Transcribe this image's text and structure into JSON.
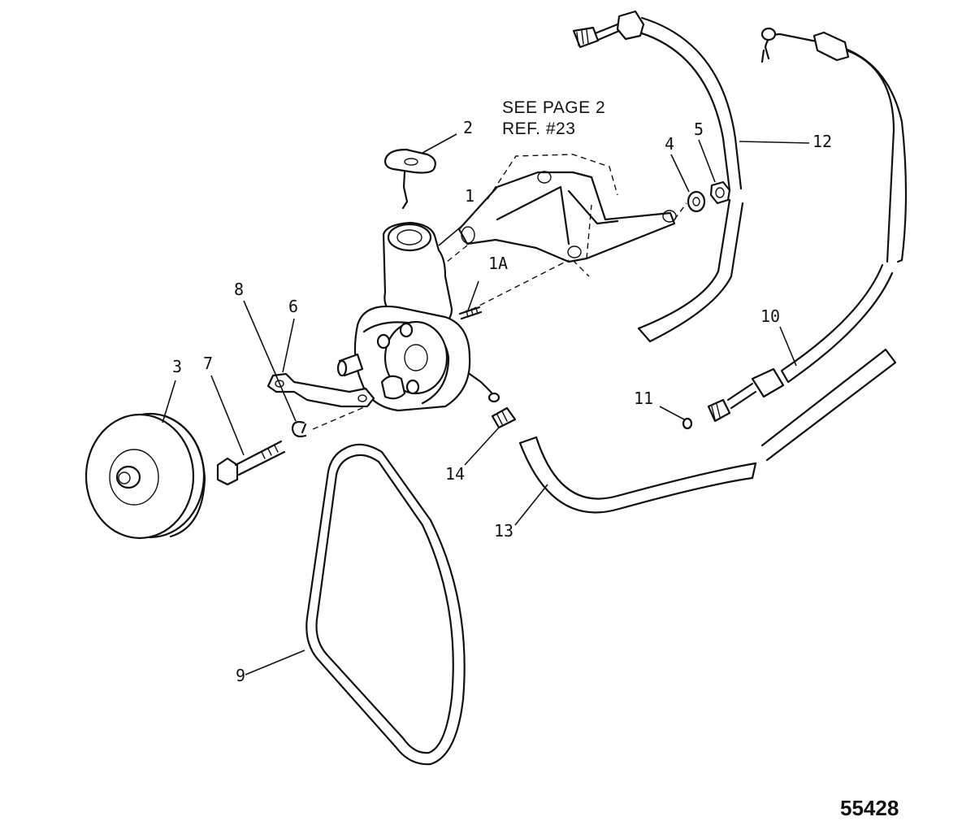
{
  "note": {
    "line1": "SEE PAGE 2",
    "line2": "REF. #23"
  },
  "figure_number": "55428",
  "callouts": {
    "c1": "1",
    "c1a": "1A",
    "c2": "2",
    "c3": "3",
    "c4": "4",
    "c5": "5",
    "c6": "6",
    "c7": "7",
    "c8": "8",
    "c9": "9",
    "c10": "10",
    "c11": "11",
    "c12": "12",
    "c13": "13",
    "c14": "14"
  }
}
